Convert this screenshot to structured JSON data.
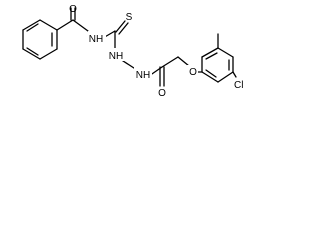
{
  "diagram": {
    "type": "chemical-structure",
    "atom_labels": {
      "O_carbonyl_1": "O",
      "NH_1": "NH",
      "S": "S",
      "NH_2": "NH",
      "NH_3": "NH",
      "O_carbonyl_2": "O",
      "O_ether": "O",
      "Cl": "Cl"
    }
  }
}
